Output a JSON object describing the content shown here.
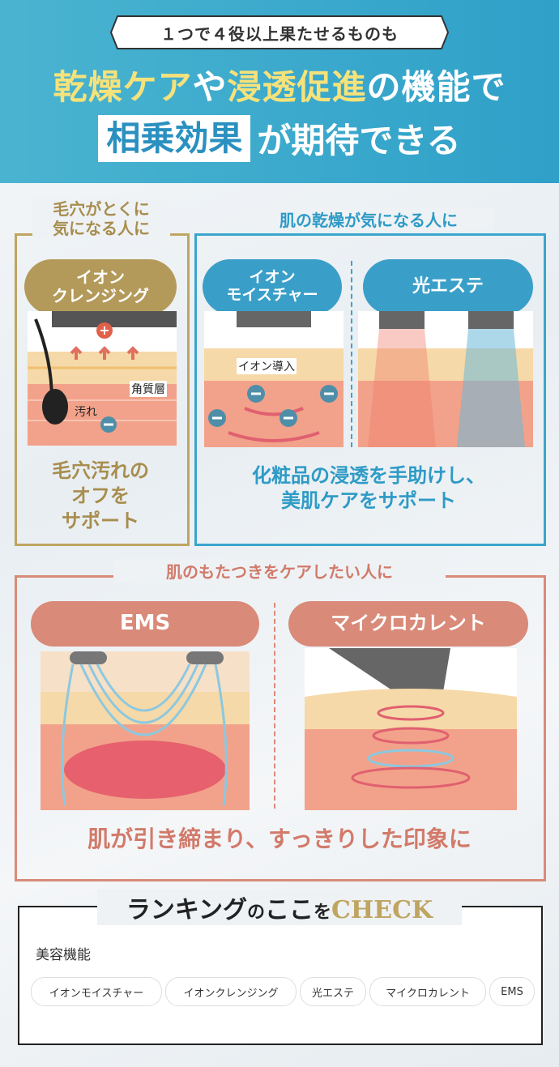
{
  "header": {
    "ribbon": "１つで４役以上果たせるものも",
    "line1_a": "乾燥ケア",
    "line1_b": "や",
    "line1_c": "浸透促進",
    "line1_d": "の機能で",
    "line2_box": "相乗効果",
    "line2_rest": "が期待できる"
  },
  "panel_pore": {
    "title": "毛穴がとくに\n気になる人に",
    "pill": "イオン\nクレンジング",
    "label_dirt": "汚れ",
    "label_layer": "角質層",
    "caption": "毛穴汚れの\nオフを\nサポート"
  },
  "panel_dry": {
    "title": "肌の乾燥が気になる人に",
    "pill_left": "イオン\nモイスチャー",
    "pill_right": "光エステ",
    "label_ion": "イオン導入",
    "caption": "化粧品の浸透を手助けし、\n美肌ケアをサポート"
  },
  "panel_sag": {
    "title": "肌のもたつきをケアしたい人に",
    "pill_left": "EMS",
    "pill_right": "マイクロカレント",
    "caption": "肌が引き締まり、すっきりした印象に"
  },
  "check": {
    "title_a": "ランキング",
    "title_b": "の",
    "title_c": "ここ",
    "title_d": "を",
    "title_e": "CHECK",
    "section": "美容機能",
    "tags": [
      "イオンモイスチャー",
      "イオンクレンジング",
      "光エステ",
      "マイクロカレント",
      "EMS"
    ]
  },
  "colors": {
    "gold": "#bfa561",
    "blue": "#3aa5cd",
    "salmon": "#d98a78",
    "header": "#3aa8cc"
  }
}
